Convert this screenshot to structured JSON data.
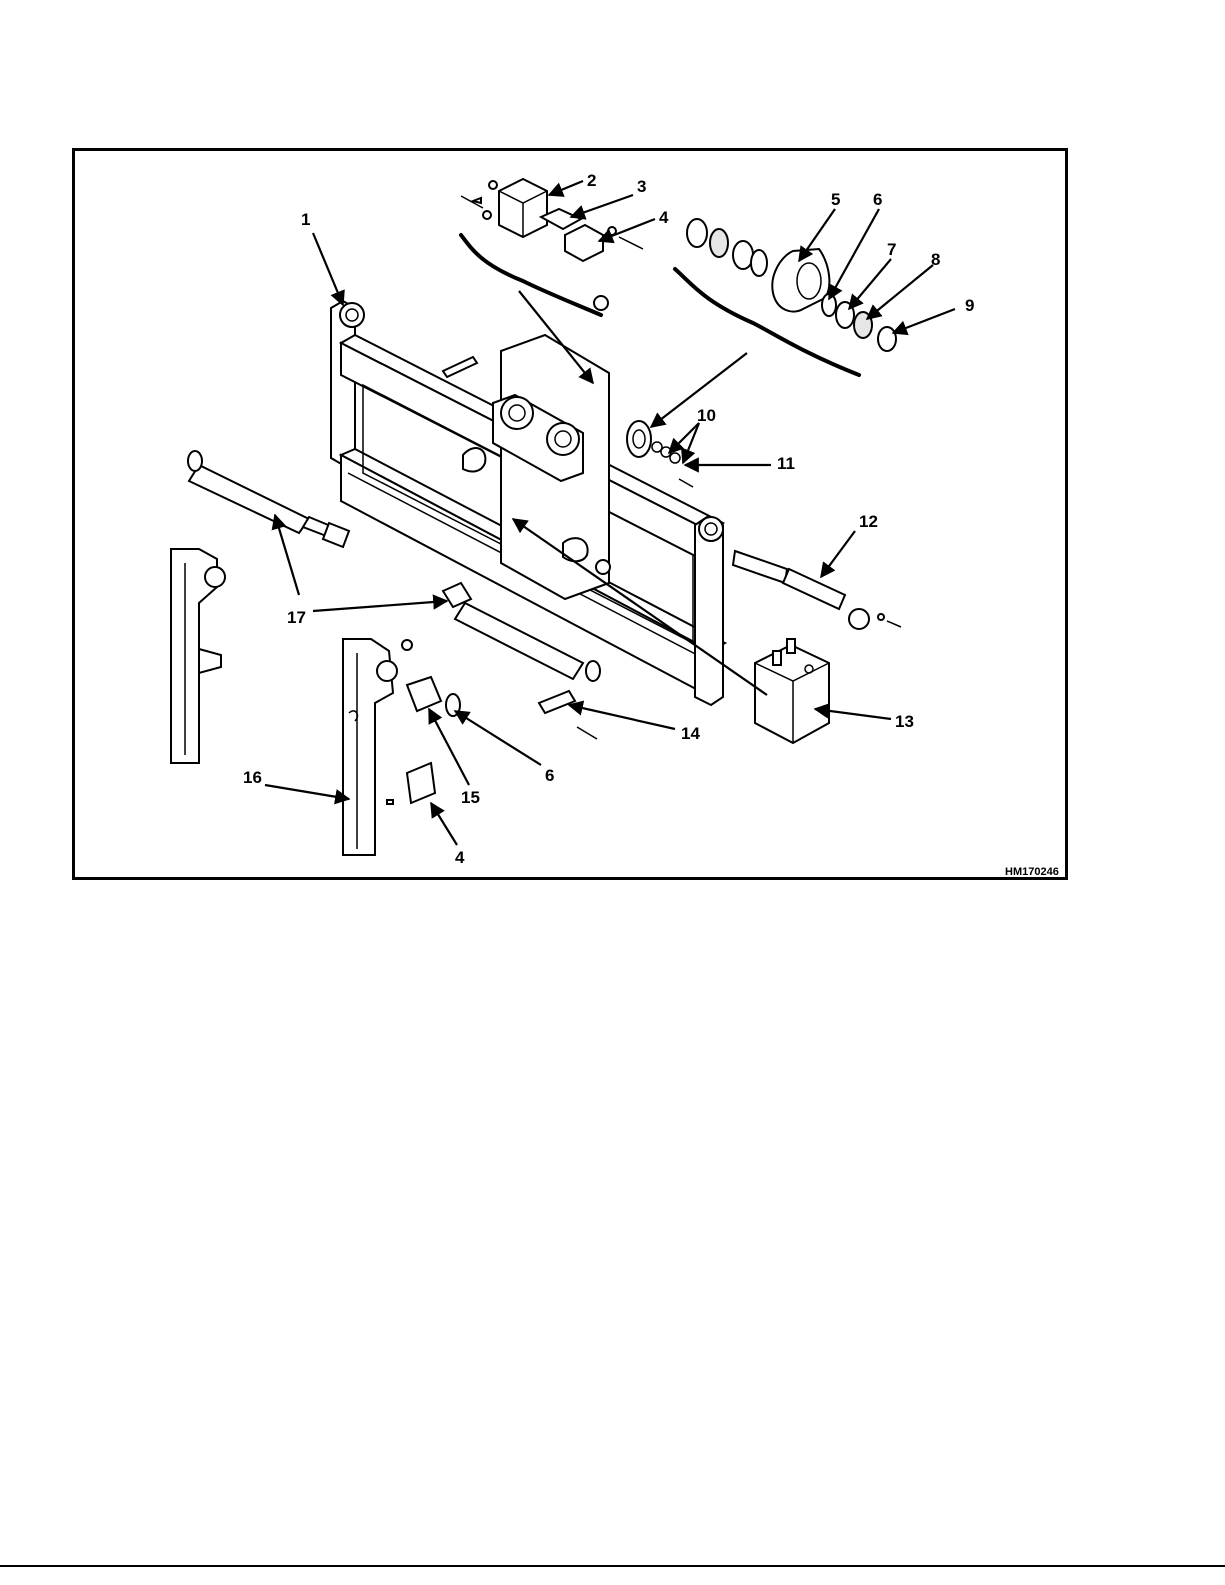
{
  "figure": {
    "code": "HM170246",
    "callouts": [
      "1",
      "2",
      "3",
      "4",
      "5",
      "6",
      "7",
      "8",
      "9",
      "10",
      "11",
      "12",
      "13",
      "14",
      "15",
      "6",
      "4",
      "16",
      "17"
    ]
  }
}
